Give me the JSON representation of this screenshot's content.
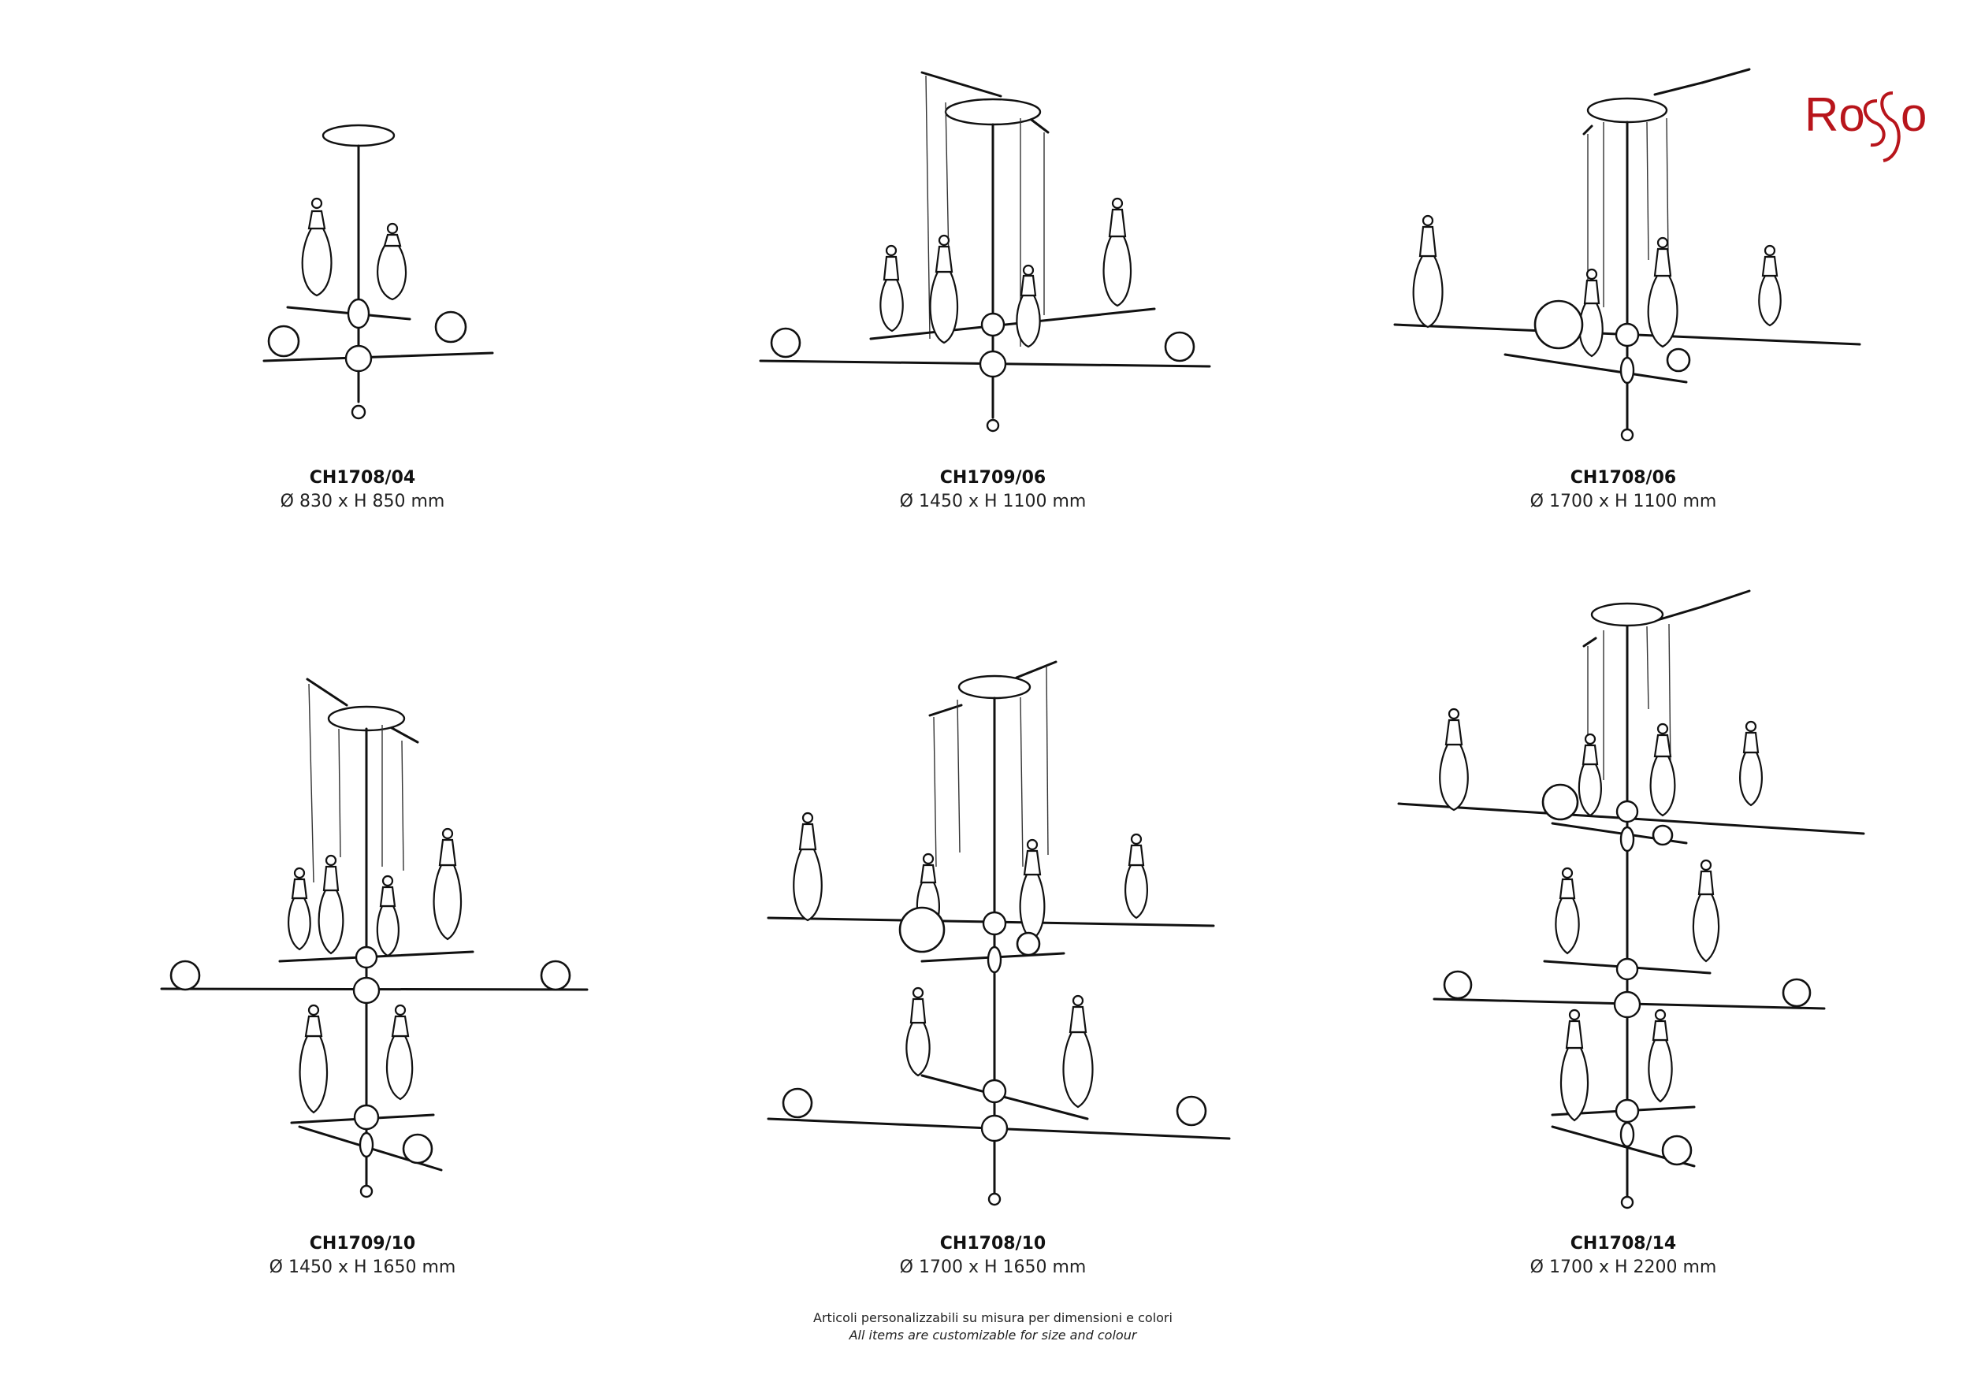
{
  "brand": {
    "name": "Rosso",
    "color": "#b8151b"
  },
  "products": [
    {
      "code": "CH1708/04",
      "dimensions": "Ø 830 x H 850 mm"
    },
    {
      "code": "CH1709/06",
      "dimensions": "Ø 1450 x H 1100 mm"
    },
    {
      "code": "CH1708/06",
      "dimensions": "Ø 1700 x H 1100 mm"
    },
    {
      "code": "CH1709/10",
      "dimensions": "Ø 1450 x H 1650 mm"
    },
    {
      "code": "CH1708/10",
      "dimensions": "Ø 1700 x H 1650 mm"
    },
    {
      "code": "CH1708/14",
      "dimensions": "Ø 1700 x H 2200 mm"
    }
  ],
  "footer": {
    "note_it": "Articoli personalizzabili su misura per dimensioni e colori",
    "note_en": "All items are customizable for size and colour"
  }
}
